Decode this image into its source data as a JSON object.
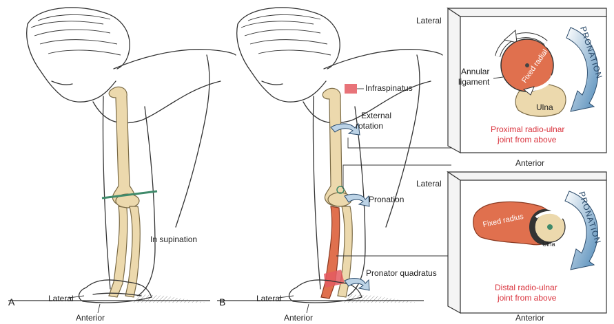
{
  "panel_a": {
    "letter": "A",
    "supination_label": "In supination",
    "lateral_label": "Lateral",
    "anterior_label": "Anterior"
  },
  "panel_b": {
    "letter": "B",
    "infraspinatus_label": "Infraspinatus",
    "external_rotation_line1": "External",
    "external_rotation_line2": "rotation",
    "pronation_label": "Pronation",
    "pronator_quadratus_label": "Pronator quadratus",
    "lateral_label": "Lateral",
    "anterior_label": "Anterior"
  },
  "inset_top": {
    "lateral_label": "Lateral",
    "anterior_label": "Anterior",
    "radial_head_label": "Fixed radial head",
    "annular_ligament_line1": "Annular",
    "annular_ligament_line2": "ligament",
    "ulna_label": "Ulna",
    "pronation_arrow_label": "PRONATION",
    "caption_line1": "Proximal radio-ulnar",
    "caption_line2": "joint from above"
  },
  "inset_bottom": {
    "lateral_label": "Lateral",
    "anterior_label": "Anterior",
    "fixed_radius_label": "Fixed radius",
    "ulna_label": "Ulna",
    "pronation_arrow_label": "PRONATION",
    "caption_line1": "Distal radio-ulnar",
    "caption_line2": "joint from above"
  },
  "colors": {
    "bone": "#ecd9ad",
    "muscle_red": "#e0704e",
    "caption_red": "#d9313b",
    "arrow_blue": "#5b8fb9",
    "arrow_white": "#ffffff"
  }
}
